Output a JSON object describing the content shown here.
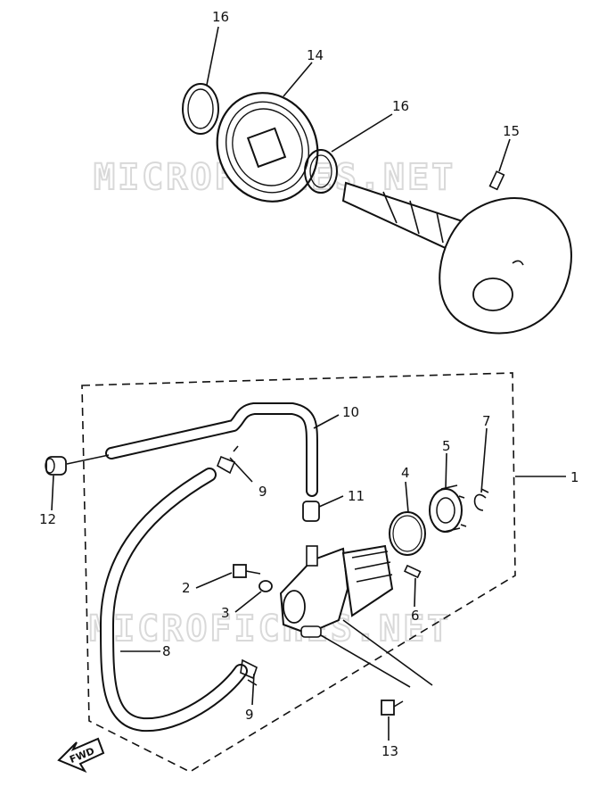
{
  "watermark": "MICROFICHES.NET",
  "fwd_label": "FWD",
  "callouts": {
    "p1": "1",
    "p2": "2",
    "p3": "3",
    "p4": "4",
    "p5": "5",
    "p6": "6",
    "p7": "7",
    "p8": "8",
    "p9a": "9",
    "p9b": "9",
    "p10": "10",
    "p11": "11",
    "p12": "12",
    "p13": "13",
    "p14": "14",
    "p15": "15",
    "p16a": "16",
    "p16b": "16"
  }
}
